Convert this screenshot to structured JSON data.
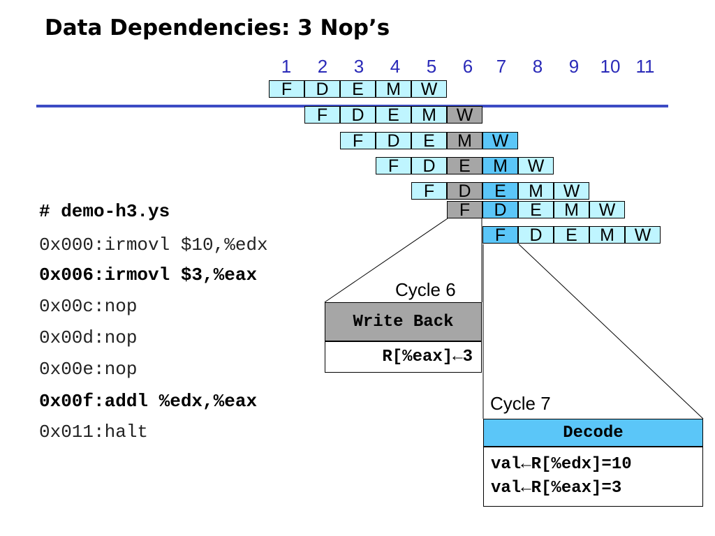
{
  "title": "Data Dependencies: 3 Nop’s",
  "cycles": [
    "1",
    "2",
    "3",
    "4",
    "5",
    "6",
    "7",
    "8",
    "9",
    "10",
    "11"
  ],
  "stages": [
    "F",
    "D",
    "E",
    "M",
    "W"
  ],
  "code": [
    {
      "text": "# demo-h3.ys",
      "bold": true
    },
    {
      "text": "0x000:irmovl $10,%edx",
      "bold": false
    },
    {
      "text": "0x006:irmovl $3,%eax",
      "bold": true
    },
    {
      "text": "0x00c:nop",
      "bold": false
    },
    {
      "text": "0x00d:nop",
      "bold": false
    },
    {
      "text": "0x00e:nop",
      "bold": false
    },
    {
      "text": "0x00f:addl %edx,%eax",
      "bold": true
    },
    {
      "text": "0x011:halt",
      "bold": false
    }
  ],
  "callout_cycle6": {
    "label": "Cycle 6",
    "header": "Write Back",
    "body": "R[%eax]←3"
  },
  "callout_cycle7": {
    "label": "Cycle 7",
    "header": "Decode",
    "body_lines": [
      "val←R[%edx]=10",
      "val←R[%eax]=3"
    ]
  },
  "colors": {
    "normal_cell": "#bff5ff",
    "cycle6_cell": "#a6a6a6",
    "cycle7_cell": "#5bc6f8",
    "rule": "#3c4bc4",
    "cycle_numbers": "#2a2ab8"
  }
}
